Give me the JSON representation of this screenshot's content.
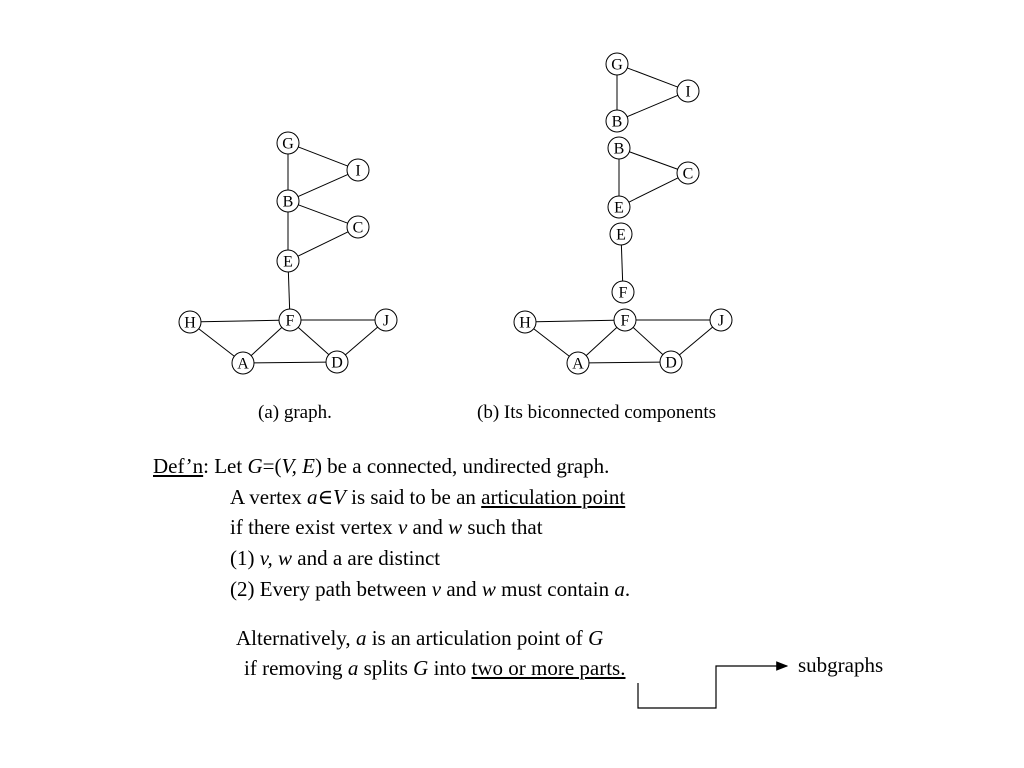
{
  "graph_a": {
    "caption": "(a) graph.",
    "nodes": [
      "G",
      "I",
      "B",
      "C",
      "E",
      "F",
      "H",
      "J",
      "A",
      "D"
    ],
    "edges": [
      [
        "G",
        "I"
      ],
      [
        "G",
        "B"
      ],
      [
        "B",
        "I"
      ],
      [
        "B",
        "C"
      ],
      [
        "B",
        "E"
      ],
      [
        "E",
        "C"
      ],
      [
        "E",
        "F"
      ],
      [
        "H",
        "F"
      ],
      [
        "F",
        "J"
      ],
      [
        "H",
        "A"
      ],
      [
        "A",
        "F"
      ],
      [
        "F",
        "D"
      ],
      [
        "A",
        "D"
      ],
      [
        "D",
        "J"
      ]
    ]
  },
  "graph_b": {
    "caption": "(b) Its biconnected components",
    "components": [
      {
        "nodes": [
          "G",
          "I",
          "B"
        ],
        "edges": [
          [
            "G",
            "I"
          ],
          [
            "G",
            "B"
          ],
          [
            "B",
            "I"
          ]
        ]
      },
      {
        "nodes": [
          "B",
          "C",
          "E"
        ],
        "edges": [
          [
            "B",
            "C"
          ],
          [
            "B",
            "E"
          ],
          [
            "E",
            "C"
          ]
        ]
      },
      {
        "nodes": [
          "E",
          "F"
        ],
        "edges": [
          [
            "E",
            "F"
          ]
        ]
      },
      {
        "nodes": [
          "H",
          "F",
          "J",
          "A",
          "D"
        ],
        "edges": [
          [
            "H",
            "F"
          ],
          [
            "F",
            "J"
          ],
          [
            "H",
            "A"
          ],
          [
            "A",
            "F"
          ],
          [
            "F",
            "D"
          ],
          [
            "A",
            "D"
          ],
          [
            "D",
            "J"
          ]
        ]
      }
    ]
  },
  "definition": {
    "term": "Def’n",
    "line1": {
      "p1": ": Let ",
      "p2": "G",
      "p3": "=(",
      "p4": "V, E",
      "p5": ") be a connected, undirected graph."
    },
    "line2": {
      "p1": "A vertex ",
      "p2": "a",
      "p3": "∈",
      "p4": "V",
      "p5": " is said to be an ",
      "p6": "articulation point"
    },
    "line3": {
      "p1": "if there exist vertex ",
      "p2": "v",
      "p3": " and ",
      "p4": "w",
      "p5": " such that"
    },
    "line4": {
      "p1": "(1) ",
      "p2": "v, w",
      "p3": " and a are distinct"
    },
    "line5": {
      "p1": "(2) Every path between ",
      "p2": "v",
      "p3": " and ",
      "p4": "w",
      "p5": " must contain ",
      "p6": "a",
      "p7": "."
    }
  },
  "alternative": {
    "line1": {
      "p1": "Alternatively, ",
      "p2": "a",
      "p3": " is an articulation point of ",
      "p4": "G"
    },
    "line2": {
      "p1": "if removing ",
      "p2": "a",
      "p3": " splits ",
      "p4": "G",
      "p5": " into ",
      "p6": "two or more parts."
    }
  },
  "callout": {
    "label": "subgraphs"
  }
}
